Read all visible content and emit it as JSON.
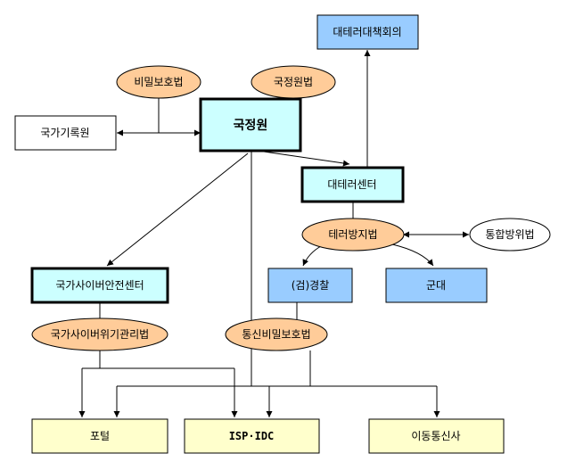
{
  "colors": {
    "blue_box": "#99ccff",
    "cyan_box": "#ccffff",
    "ellipse": "#ffcc99",
    "yellow_box": "#ffffcc",
    "white_box": "#ffffff",
    "line": "#000000"
  },
  "nodes": {
    "counter_terror_council": "대테러대책회의",
    "nis": "국정원",
    "national_archives": "국가기록원",
    "counter_terror_center": "대테러센터",
    "cyber_security_center": "국가사이버안전센터",
    "prosecution_police": "(검)경찰",
    "military": "군대",
    "integrated_defense_act": "통합방위법",
    "portal": "포털",
    "isp_idc": "ISP·IDC",
    "mobile_carrier": "이동통신사"
  },
  "laws": {
    "secret_protection_act": "비밀보호법",
    "nis_act": "국정원법",
    "anti_terror_act": "테러방지법",
    "cyber_crisis_act": "국가사이버위기관리법",
    "comm_secret_act": "통신비밀보호법"
  }
}
